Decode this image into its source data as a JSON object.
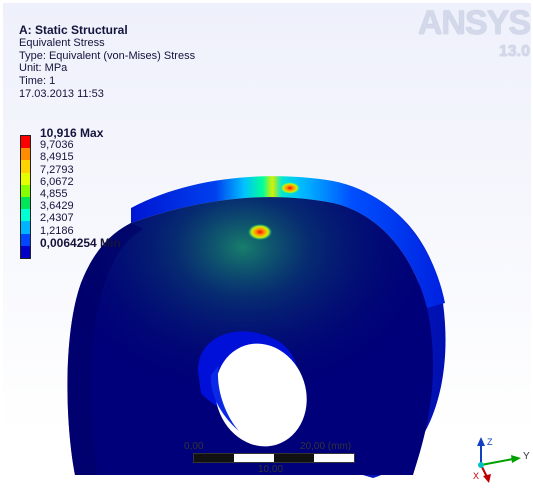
{
  "header": {
    "title": "A: Static Structural",
    "result_name": "Equivalent Stress",
    "type_line": "Type: Equivalent (von-Mises) Stress",
    "unit_line": "Unit: MPa",
    "time_line": "Time: 1",
    "date_line": "17.03.2013 11:53"
  },
  "brand": {
    "logo": "ANSYS",
    "version": "13.0"
  },
  "legend": {
    "max_label": "10,916 Max",
    "values": [
      "9,7036",
      "8,4915",
      "7,2793",
      "6,0672",
      "4,855",
      "3,6429",
      "2,4307",
      "1,2186"
    ],
    "min_label": "0,0064254 Min",
    "colors": [
      "#ff0000",
      "#ff8c00",
      "#ffd200",
      "#e6ff00",
      "#86ff00",
      "#00e65a",
      "#00ffd2",
      "#00b4ff",
      "#0046ff",
      "#0000c8"
    ]
  },
  "scale_bar": {
    "start_label": "0,00",
    "mid_label": "10,00",
    "end_label": "20,00 (mm)",
    "colors": [
      "#111111",
      "#ffffff",
      "#111111",
      "#ffffff"
    ]
  },
  "triad": {
    "y_label": "Y",
    "x_label": "X",
    "z_label": "Z"
  }
}
